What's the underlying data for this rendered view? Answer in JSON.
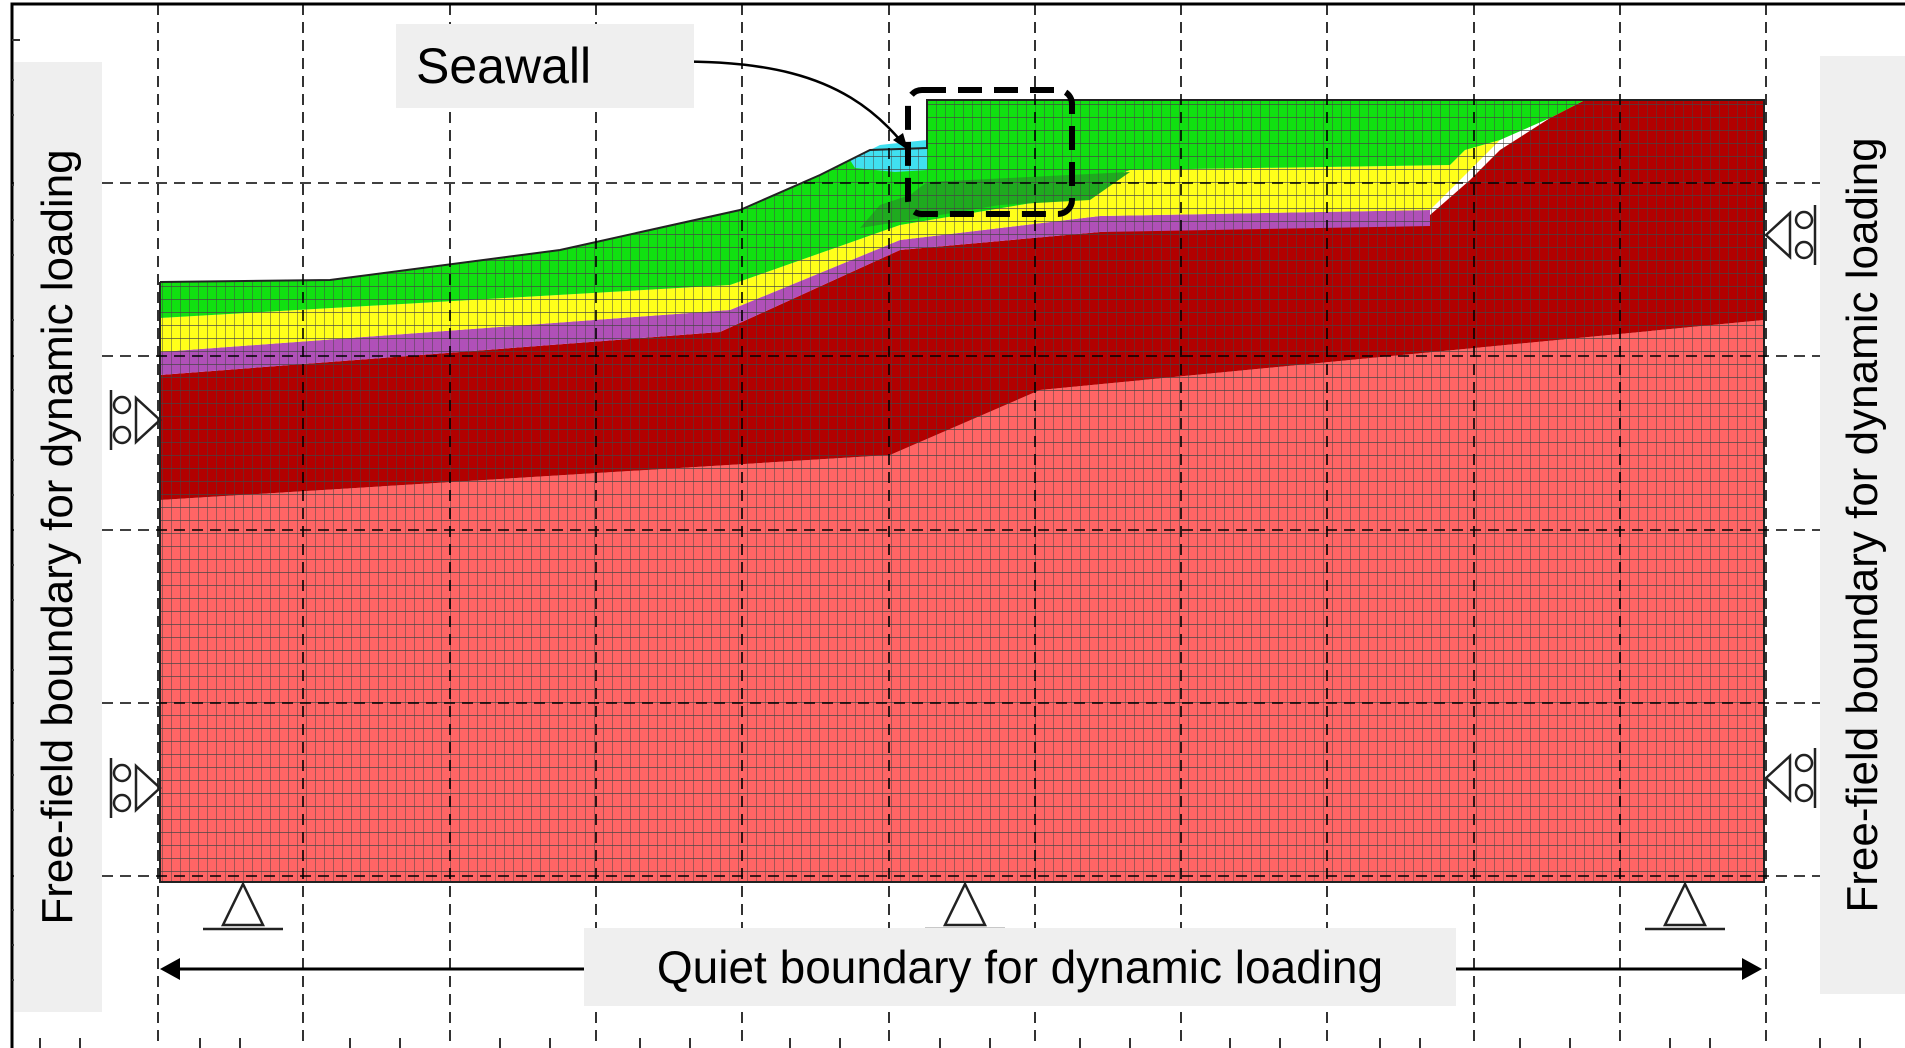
{
  "diagram": {
    "annotations": {
      "seawall": "Seawall",
      "quiet_boundary": "Quiet boundary for dynamic loading",
      "free_field_left": "Free-field boundary for dynamic loading",
      "free_field_right": "Free-field boundary for dynamic loading"
    },
    "layer_colors": {
      "top_fill_green": "#11e011",
      "structure_dark_green": "#1faa1f",
      "water_cyan": "#40e0f0",
      "sand_yellow": "#ffff1a",
      "clay_purple": "#b050b8",
      "stiff_soil_dark_red": "#b20000",
      "bedrock_red": "#ff6565",
      "mesh_lines": "#444444"
    },
    "boundary_icons": [
      "roller-support-icon",
      "pin-support-icon"
    ]
  }
}
